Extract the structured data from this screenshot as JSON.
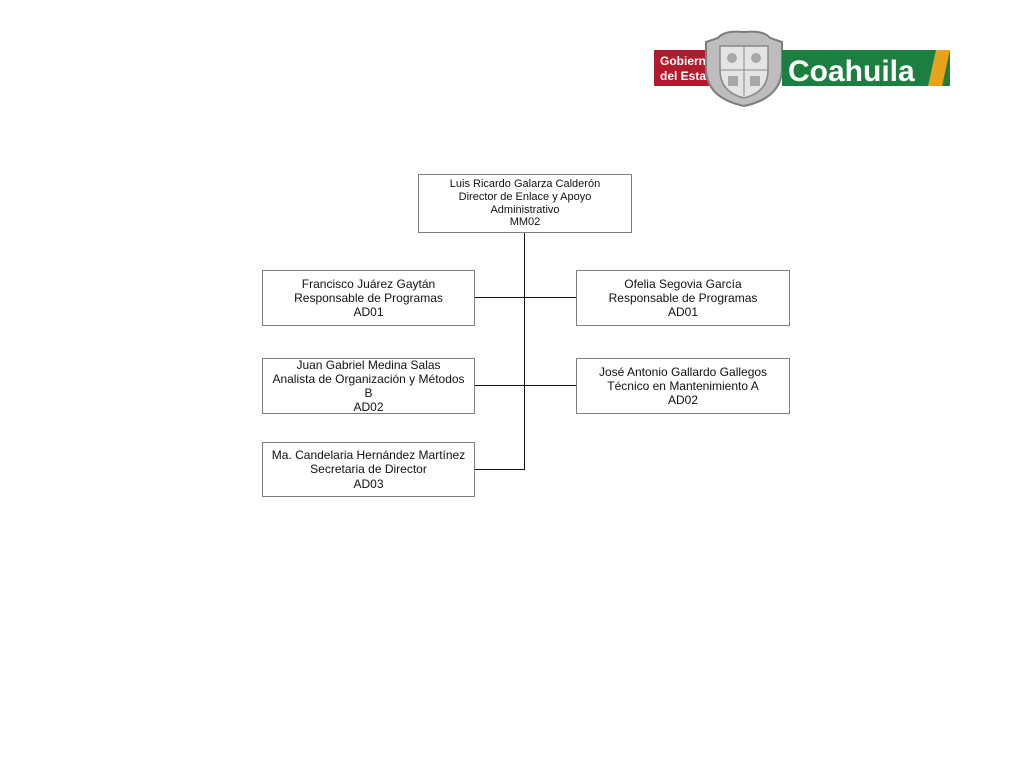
{
  "logo": {
    "left_text_1": "Gobierno",
    "left_text_2": "del Estado",
    "right_text": "Coahuila",
    "colors": {
      "red": "#b01c2e",
      "green": "#1d7f3f",
      "gold": "#e8a21c",
      "gray": "#9a9a9a"
    }
  },
  "org": {
    "director": {
      "name": "Luis Ricardo Galarza Calderón",
      "title_line1": "Director de Enlace  y Apoyo",
      "title_line2": "Administrativo",
      "code": "MM02"
    },
    "left": [
      {
        "name": "Francisco Juárez Gaytán",
        "title": "Responsable de Programas",
        "code": "AD01"
      },
      {
        "name": "Juan Gabriel Medina Salas",
        "title": "Analista de Organización y Métodos",
        "title_line2": "B",
        "code": "AD02"
      },
      {
        "name": "Ma. Candelaria  Hernández Martínez",
        "title": "Secretaria de Director",
        "code": "AD03"
      }
    ],
    "right": [
      {
        "name": "Ofelia Segovia García",
        "title": "Responsable de Programas",
        "code": "AD01"
      },
      {
        "name": "José Antonio Gallardo Gallegos",
        "title": "Técnico en Mantenimiento A",
        "code": "AD02"
      }
    ]
  }
}
